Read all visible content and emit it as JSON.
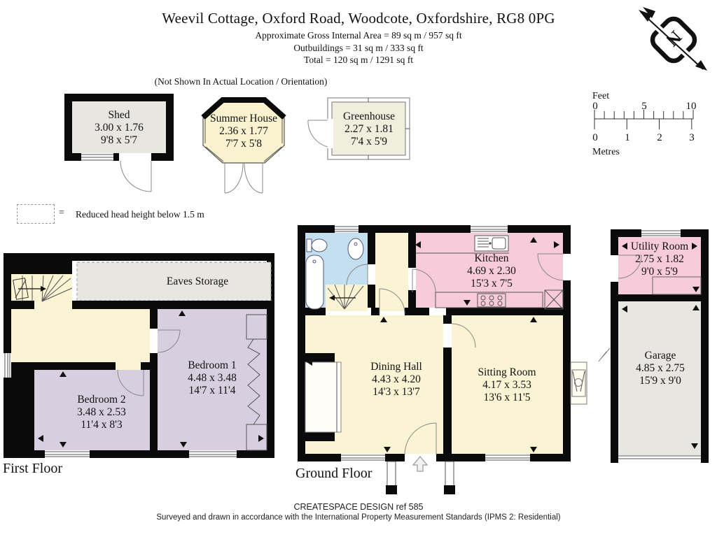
{
  "header": {
    "title": "Weevil Cottage, Oxford Road, Woodcote, Oxfordshire, RG8 0PG",
    "area_line": "Approximate Gross Internal Area = 89 sq m / 957 sq ft",
    "outbuildings_line": "Outbuildings = 31 sq m /  333 sq ft",
    "total_line": "Total = 120 sq m /  1291 sq ft",
    "not_shown_note": "(Not Shown In Actual Location / Orientation)"
  },
  "north_arrow": {
    "label": "N"
  },
  "scale_bar": {
    "feet_label": "Feet",
    "feet_ticks": [
      "0",
      "5",
      "10"
    ],
    "metre_ticks": [
      "0",
      "1",
      "2",
      "3"
    ],
    "metres_label": "Metres"
  },
  "legend": {
    "equals": "=",
    "text": "Reduced head height below 1.5 m"
  },
  "outbuildings": {
    "shed": {
      "name": "Shed",
      "metric": "3.00 x 1.76",
      "imperial": "9'8 x 5'7"
    },
    "summer_house": {
      "name": "Summer House",
      "metric": "2.36 x 1.77",
      "imperial": "7'7 x 5'8"
    },
    "greenhouse": {
      "name": "Greenhouse",
      "metric": "2.27 x 1.81",
      "imperial": "7'4 x 5'9"
    }
  },
  "first_floor": {
    "label": "First Floor",
    "eaves_storage": {
      "name": "Eaves Storage"
    },
    "bedroom1": {
      "name": "Bedroom 1",
      "metric": "4.48 x 3.48",
      "imperial": "14'7 x 11'4"
    },
    "bedroom2": {
      "name": "Bedroom 2",
      "metric": "3.48 x 2.53",
      "imperial": "11'4 x 8'3"
    }
  },
  "ground_floor": {
    "label": "Ground Floor",
    "kitchen": {
      "name": "Kitchen",
      "metric": "4.69 x 2.30",
      "imperial": "15'3 x 7'5"
    },
    "dining_hall": {
      "name": "Dining Hall",
      "metric": "4.43 x 4.20",
      "imperial": "14'3 x 13'7"
    },
    "sitting_room": {
      "name": "Sitting Room",
      "metric": "4.17 x 3.53",
      "imperial": "13'6 x 11'5"
    }
  },
  "annexe": {
    "utility_room": {
      "name": "Utility Room",
      "metric": "2.75 x 1.82",
      "imperial": "9'0 x 5'9"
    },
    "garage": {
      "name": "Garage",
      "metric": "4.85 x 2.75",
      "imperial": "15'9 x 9'0"
    }
  },
  "footer": {
    "brand": "CREATESPACE DESIGN  ref  585",
    "disclaimer": "Surveyed and drawn in accordance with the International Property Measurement Standards (IPMS 2: Residential)"
  },
  "colors": {
    "wall": "#0a0a0a",
    "cream": "#faf3d4",
    "lavender": "#d7cfe0",
    "pink": "#f7cbda",
    "blue": "#c3dff0",
    "grey": "#e8e6e1",
    "greenhouse_fill": "#f0eedd"
  }
}
